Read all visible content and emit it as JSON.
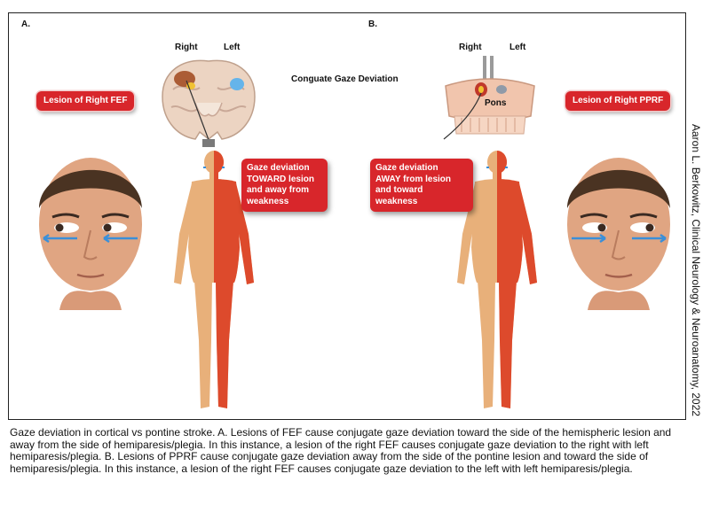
{
  "panels": {
    "a": {
      "letter": "A.",
      "right_label": "Right",
      "left_label": "Left",
      "lesion_label": "Lesion of Right FEF",
      "deviation_text": "Gaze deviation\nTOWARD lesion\nand away from\nweakness"
    },
    "b": {
      "letter": "B.",
      "right_label": "Right",
      "left_label": "Left",
      "pons_label": "Pons",
      "lesion_label": "Lesion of Right PPRF",
      "deviation_text": "Gaze deviation\nAWAY from lesion\nand toward\nweakness"
    }
  },
  "title": "Conguate Gaze Deviation",
  "credit": "Aaron L. Berkowitz, Clinical Neurology & Neuroanatomy, 2022",
  "caption": "Gaze deviation in cortical vs pontine stroke. A. Lesions of FEF cause conjugate gaze deviation toward the side of the hemispheric lesion and away from the side of hemiparesis/plegia. In this instance, a lesion of the right FEF causes conjugate gaze deviation to the right with left hemiparesis/plegia. B. Lesions of PPRF cause conjugate gaze deviation away from the side of the pontine lesion and toward the side of hemiparesis/plegia. In this instance, a lesion of the right FEF causes conjugate gaze deviation to the left with left hemiparesis/plegia.",
  "colors": {
    "label_red": "#d8262b",
    "skin": "#e8b07a",
    "paretic_side": "#dd4a2c",
    "arrow_blue": "#3b8fd8"
  }
}
